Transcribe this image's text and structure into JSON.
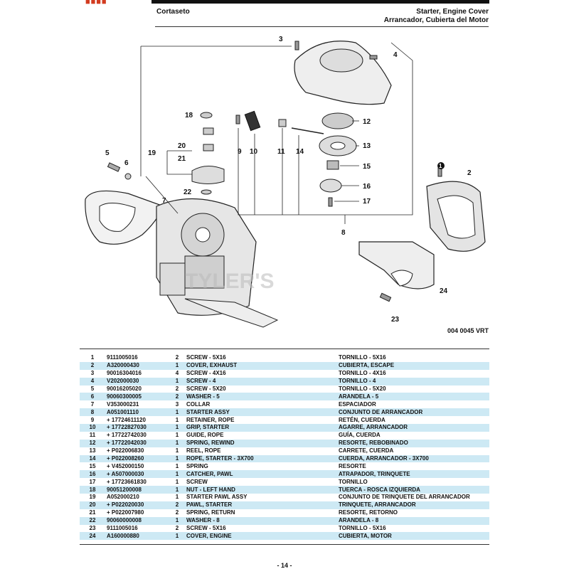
{
  "header": {
    "model": "Cortaseto",
    "title_en": "Starter, Engine Cover",
    "title_es": "Arrancador, Cubierta del Motor"
  },
  "diagram": {
    "code": "004 0045 VRT",
    "watermark": "TYLER'S",
    "callouts": [
      "1",
      "2",
      "3",
      "4",
      "5",
      "6",
      "7",
      "8",
      "9",
      "10",
      "11",
      "12",
      "13",
      "14",
      "15",
      "16",
      "17",
      "18",
      "19",
      "20",
      "21",
      "22",
      "23",
      "24"
    ]
  },
  "parts": [
    {
      "ref": "1",
      "part": "9111005016",
      "qty": "2",
      "en": "SCREW - 5X16",
      "es": "TORNILLO - 5X16"
    },
    {
      "ref": "2",
      "part": "A320000430",
      "qty": "1",
      "en": "COVER, EXHAUST",
      "es": "CUBIERTA, ESCAPE"
    },
    {
      "ref": "3",
      "part": "90016304016",
      "qty": "4",
      "en": "SCREW - 4X16",
      "es": "TORNILLO - 4X16"
    },
    {
      "ref": "4",
      "part": "V202000030",
      "qty": "1",
      "en": "SCREW - 4",
      "es": "TORNILLO - 4"
    },
    {
      "ref": "5",
      "part": "90016205020",
      "qty": "2",
      "en": "SCREW - 5X20",
      "es": "TORNILLO - 5X20"
    },
    {
      "ref": "6",
      "part": "90060300005",
      "qty": "2",
      "en": "WASHER - 5",
      "es": "ARANDELA - 5"
    },
    {
      "ref": "7",
      "part": "V353000231",
      "qty": "3",
      "en": "COLLAR",
      "es": "ESPACIADOR"
    },
    {
      "ref": "8",
      "part": "A051001110",
      "qty": "1",
      "en": "STARTER ASSY",
      "es": "CONJUNTO DE ARRANCADOR"
    },
    {
      "ref": "9",
      "part": "+ 17724611120",
      "qty": "1",
      "en": "RETAINER, ROPE",
      "es": "RETÉN, CUERDA"
    },
    {
      "ref": "10",
      "part": "+ 17722827030",
      "qty": "1",
      "en": "GRIP, STARTER",
      "es": "AGARRE, ARRANCADOR"
    },
    {
      "ref": "11",
      "part": "+ 17722742030",
      "qty": "1",
      "en": "GUIDE, ROPE",
      "es": "GUÍA, CUERDA"
    },
    {
      "ref": "12",
      "part": "+ 17722042030",
      "qty": "1",
      "en": "SPRING, REWIND",
      "es": "RESORTE, REBOBINADO"
    },
    {
      "ref": "13",
      "part": "+ P022006830",
      "qty": "1",
      "en": "REEL, ROPE",
      "es": "CARRETE, CUERDA"
    },
    {
      "ref": "14",
      "part": "+ P022008260",
      "qty": "1",
      "en": "ROPE, STARTER - 3X700",
      "es": "CUERDA, ARRANCADOR - 3X700"
    },
    {
      "ref": "15",
      "part": "+ V452000150",
      "qty": "1",
      "en": "SPRING",
      "es": "RESORTE"
    },
    {
      "ref": "16",
      "part": "+ A507000030",
      "qty": "1",
      "en": "CATCHER, PAWL",
      "es": "ATRAPADOR, TRINQUETE"
    },
    {
      "ref": "17",
      "part": "+ 17723661830",
      "qty": "1",
      "en": "SCREW",
      "es": "TORNILLO"
    },
    {
      "ref": "18",
      "part": "90051200008",
      "qty": "1",
      "en": "NUT - LEFT HAND",
      "es": "TUERCA - ROSCA IZQUIERDA"
    },
    {
      "ref": "19",
      "part": "A052000210",
      "qty": "1",
      "en": "STARTER PAWL ASSY",
      "es": "CONJUNTO DE TRINQUETE DEL ARRANCADOR"
    },
    {
      "ref": "20",
      "part": "+ P022020030",
      "qty": "2",
      "en": "PAWL, STARTER",
      "es": "TRINQUETE, ARRANCADOR"
    },
    {
      "ref": "21",
      "part": "+ P022007980",
      "qty": "2",
      "en": "SPRING, RETURN",
      "es": "RESORTE, RETORNO"
    },
    {
      "ref": "22",
      "part": "90060000008",
      "qty": "1",
      "en": "WASHER - 8",
      "es": "ARANDELA - 8"
    },
    {
      "ref": "23",
      "part": "9111005016",
      "qty": "2",
      "en": "SCREW - 5X16",
      "es": "TORNILLO - 5X16"
    },
    {
      "ref": "24",
      "part": "A160000880",
      "qty": "1",
      "en": "COVER, ENGINE",
      "es": "CUBIERTA, MOTOR"
    }
  ],
  "footer": {
    "page": "- 14 -"
  }
}
